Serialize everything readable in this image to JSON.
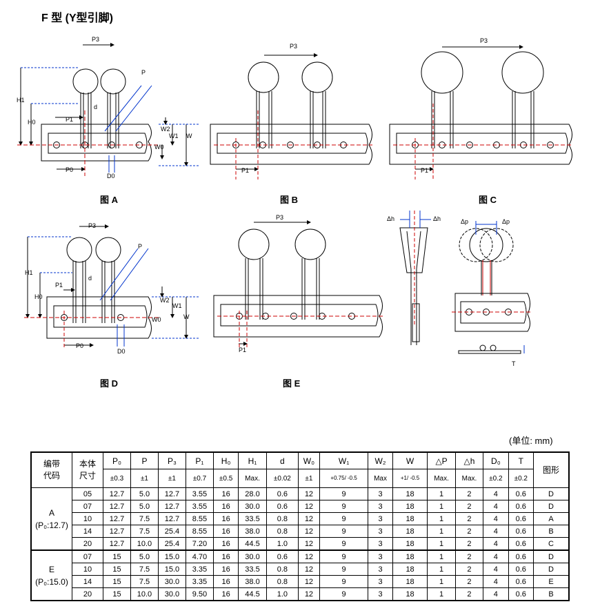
{
  "title": "F 型 (Y型引脚)",
  "figures": {
    "a": "图 A",
    "b": "图 B",
    "c": "图 C",
    "d": "图 D",
    "e": "图 E"
  },
  "dims": {
    "P": "P",
    "P1": "P1",
    "P3": "P3",
    "P0": "P0",
    "D0": "D0",
    "H0": "H0",
    "H1": "H1",
    "W": "W",
    "W0": "W0",
    "W1": "W1",
    "W2": "W2",
    "d": "d",
    "dh": "Δh",
    "dp": "Δp",
    "T": "T"
  },
  "unit_note": "(单位: mm)",
  "table": {
    "col_code": [
      "编带",
      "代码"
    ],
    "col_size": [
      "本体",
      "尺寸"
    ],
    "col_shape": "图形",
    "params": [
      {
        "name": "P₀",
        "tol": "±0.3"
      },
      {
        "name": "P",
        "tol": "±1"
      },
      {
        "name": "P₃",
        "tol": "±1"
      },
      {
        "name": "P₁",
        "tol": "±0.7"
      },
      {
        "name": "H₀",
        "tol": "±0.5"
      },
      {
        "name": "H₁",
        "tol": "Max."
      },
      {
        "name": "d",
        "tol": "±0.02"
      },
      {
        "name": "W₀",
        "tol": "±1"
      },
      {
        "name": "W₁",
        "tol": "+0.75/ -0.5"
      },
      {
        "name": "W₂",
        "tol": "Max"
      },
      {
        "name": "W",
        "tol": "+1/ -0.5"
      },
      {
        "name": "△P",
        "tol": "Max."
      },
      {
        "name": "△h",
        "tol": "Max."
      },
      {
        "name": "D₀",
        "tol": "±0.2"
      },
      {
        "name": "T",
        "tol": "±0.2"
      }
    ],
    "groups": [
      {
        "code": "A",
        "sub": "(P₀:12.7)",
        "rows": [
          [
            "05",
            "12.7",
            "5.0",
            "12.7",
            "3.55",
            "16",
            "28.0",
            "0.6",
            "12",
            "9",
            "3",
            "18",
            "1",
            "2",
            "4",
            "0.6",
            "D"
          ],
          [
            "07",
            "12.7",
            "5.0",
            "12.7",
            "3.55",
            "16",
            "30.0",
            "0.6",
            "12",
            "9",
            "3",
            "18",
            "1",
            "2",
            "4",
            "0.6",
            "D"
          ],
          [
            "10",
            "12.7",
            "7.5",
            "12.7",
            "8.55",
            "16",
            "33.5",
            "0.8",
            "12",
            "9",
            "3",
            "18",
            "1",
            "2",
            "4",
            "0.6",
            "A"
          ],
          [
            "14",
            "12.7",
            "7.5",
            "25.4",
            "8.55",
            "16",
            "38.0",
            "0.8",
            "12",
            "9",
            "3",
            "18",
            "1",
            "2",
            "4",
            "0.6",
            "B"
          ],
          [
            "20",
            "12.7",
            "10.0",
            "25.4",
            "7.20",
            "16",
            "44.5",
            "1.0",
            "12",
            "9",
            "3",
            "18",
            "1",
            "2",
            "4",
            "0.6",
            "C"
          ]
        ]
      },
      {
        "code": "E",
        "sub": "(P₀:15.0)",
        "rows": [
          [
            "07",
            "15",
            "5.0",
            "15.0",
            "4.70",
            "16",
            "30.0",
            "0.6",
            "12",
            "9",
            "3",
            "18",
            "1",
            "2",
            "4",
            "0.6",
            "D"
          ],
          [
            "10",
            "15",
            "7.5",
            "15.0",
            "3.35",
            "16",
            "33.5",
            "0.8",
            "12",
            "9",
            "3",
            "18",
            "1",
            "2",
            "4",
            "0.6",
            "D"
          ],
          [
            "14",
            "15",
            "7.5",
            "30.0",
            "3.35",
            "16",
            "38.0",
            "0.8",
            "12",
            "9",
            "3",
            "18",
            "1",
            "2",
            "4",
            "0.6",
            "E"
          ],
          [
            "20",
            "15",
            "10.0",
            "30.0",
            "9.50",
            "16",
            "44.5",
            "1.0",
            "12",
            "9",
            "3",
            "18",
            "1",
            "2",
            "4",
            "0.6",
            "B"
          ]
        ]
      }
    ]
  }
}
